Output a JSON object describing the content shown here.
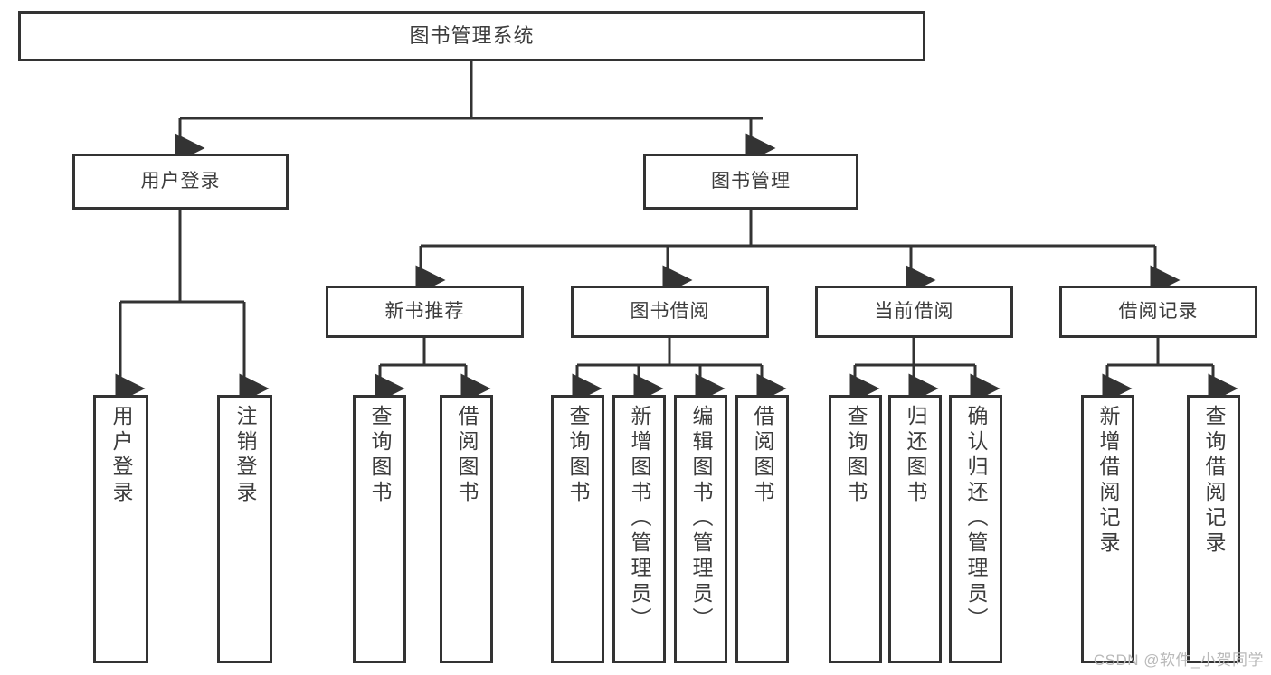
{
  "diagram": {
    "type": "tree",
    "title": "图书管理系统",
    "root": {
      "label": "图书管理系统"
    },
    "level2": [
      {
        "label": "用户登录"
      },
      {
        "label": "图书管理"
      }
    ],
    "level3": [
      {
        "label": "新书推荐"
      },
      {
        "label": "图书借阅"
      },
      {
        "label": "当前借阅"
      },
      {
        "label": "借阅记录"
      }
    ],
    "leaves": {
      "user_login": [
        {
          "label": "用户登录"
        },
        {
          "label": "注销登录"
        }
      ],
      "new_book_recommend": [
        {
          "label": "查询图书"
        },
        {
          "label": "借阅图书"
        }
      ],
      "book_borrow": [
        {
          "label": "查询图书"
        },
        {
          "label": "新增图书（管理员）"
        },
        {
          "label": "编辑图书（管理员）"
        },
        {
          "label": "借阅图书"
        }
      ],
      "current_borrow": [
        {
          "label": "查询图书"
        },
        {
          "label": "归还图书"
        },
        {
          "label": "确认归还（管理员）"
        }
      ],
      "borrow_record": [
        {
          "label": "新增借阅记录"
        },
        {
          "label": "查询借阅记录"
        }
      ]
    }
  },
  "watermark": {
    "text": "CSDN @软件_小贺同学"
  },
  "colors": {
    "box_border": "#333333",
    "box_fill": "#ffffff",
    "text": "#3c3c3c",
    "wire": "#333333",
    "watermark": "#b9b9b9"
  }
}
